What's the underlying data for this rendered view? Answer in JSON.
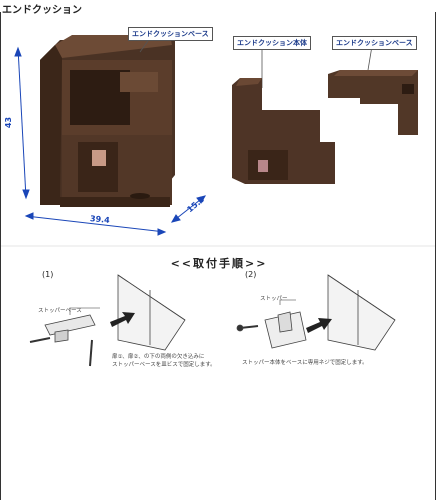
{
  "header": {
    "title": "エンドクッション"
  },
  "labels": {
    "base_top": "エンドクッションベース",
    "body": "エンドクッション本体",
    "base_right": "エンドクッションベース"
  },
  "dimensions": {
    "height": "43",
    "width": "39.4",
    "depth": "15.0"
  },
  "steps": {
    "title": "<<取付手順>>",
    "step1": {
      "number": "(1)",
      "part_label": "ストッパーベース",
      "instruction_line1": "扉①、扉②、の下の両側の欠き込みに",
      "instruction_line2": "ストッパーベースを皿ビスで固定します。"
    },
    "step2": {
      "number": "(2)",
      "part_label": "ストッパー",
      "instruction_line1": "ストッパー本体をベースに専用ネジで固定します。"
    }
  },
  "colors": {
    "product_brown": "#5a3e2e",
    "dimension_blue": "#1a46b8",
    "label_blue": "#1b3a8a"
  }
}
